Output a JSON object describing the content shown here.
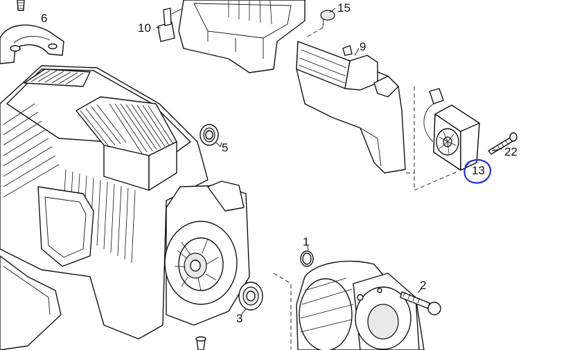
{
  "callouts": {
    "c1": "1",
    "c2": "2",
    "c3": "3",
    "c5": "5",
    "c6": "6",
    "c9": "9",
    "c10": "10",
    "c13": "13",
    "c15": "15",
    "c22": "22"
  },
  "highlight": {
    "target": "13",
    "color": "#1f2fd6"
  }
}
